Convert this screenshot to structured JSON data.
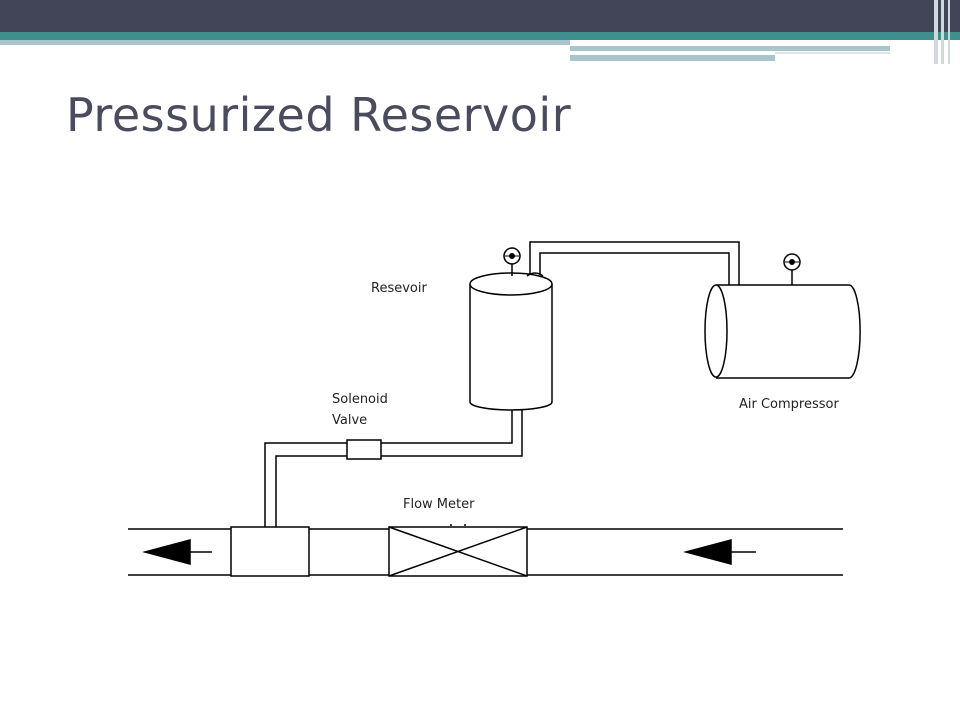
{
  "slide": {
    "title": "Pressurized Reservoir"
  },
  "diagram": {
    "labels": {
      "reservoir": "Resevoir",
      "solenoid_line1": "Solenoid",
      "solenoid_line2": "Valve",
      "air_compressor": "Air Compressor",
      "flow_meter": "Flow Meter"
    }
  },
  "theme": {
    "bar_dark": "#424557",
    "bar_teal": "#3f8f8e",
    "bar_light": "#a9c4ca",
    "title_color": "#4a4c5e"
  }
}
